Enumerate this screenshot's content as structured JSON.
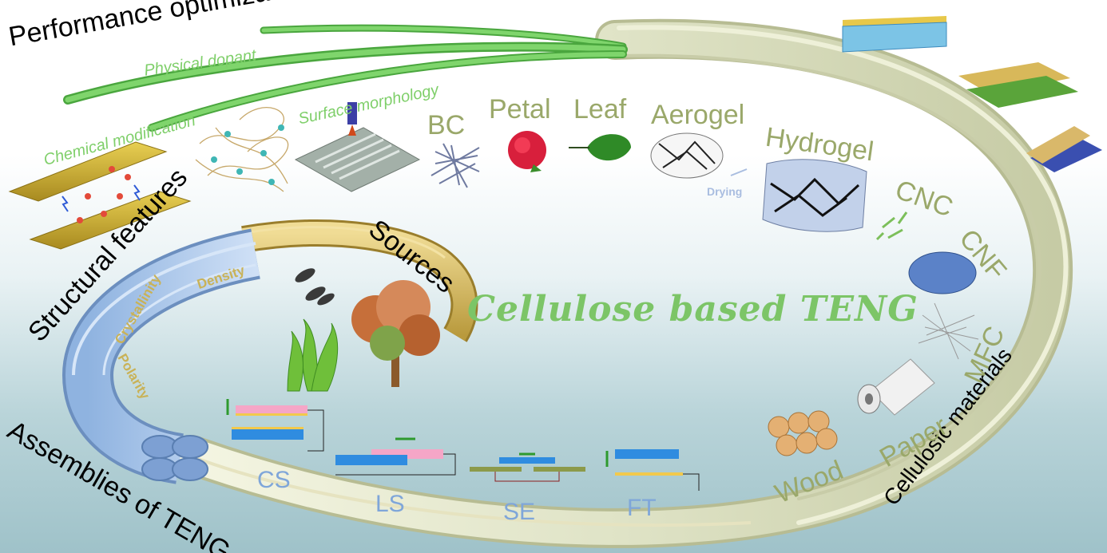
{
  "title": "Cellulose based TENG",
  "sections": {
    "performance": "Performance optimizations",
    "structural": "Structural features",
    "sources": "Sources",
    "assemblies": "Assemblies of TENG",
    "materials": "Cellulosic materials"
  },
  "optimizations": [
    "Physical dopant",
    "Chemical modification",
    "Surface morphology"
  ],
  "structural_features": [
    "Density",
    "Crystallinity",
    "Polarity"
  ],
  "materials": [
    "BC",
    "Petal",
    "Leaf",
    "Aerogel",
    "Hydrogel",
    "CNC",
    "CNF",
    "MFC",
    "Paper",
    "Wood"
  ],
  "process_label": "Drying",
  "modes": [
    "CS",
    "LS",
    "SE",
    "FT"
  ],
  "colors": {
    "green_branch": "#6cc45a",
    "cream_band": "#dfe3c6",
    "gold_band": "#d6bd6a",
    "blue_band": "#a9c6ea",
    "electrode_blue": "#2f8ce0",
    "electrode_pink": "#f5a6c7",
    "electrode_yellow": "#f2c94c"
  }
}
